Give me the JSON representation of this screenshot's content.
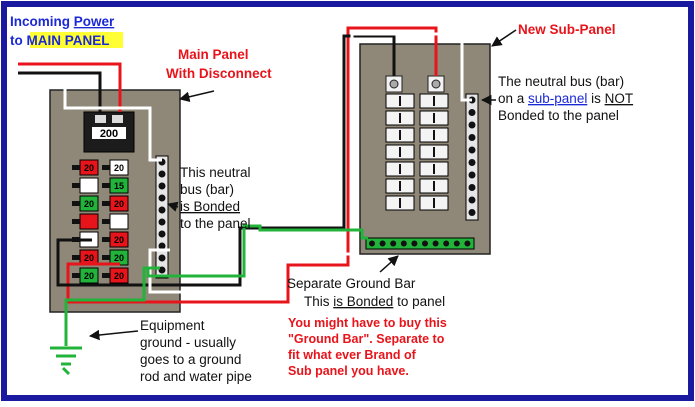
{
  "colors": {
    "frame": "#1a1aa0",
    "panel": "#8f8878",
    "hot": "#e8141b",
    "neutral": "#ffffff",
    "ground": "#22b43a",
    "line": "#111111",
    "label_red": "#e8141b",
    "label_blue": "#1b28d6",
    "highlight": "#ffff33"
  },
  "incoming": {
    "line1_a": "Incoming ",
    "line1_b": "Power",
    "line2_a": "to ",
    "line2_b": "MAIN PANEL"
  },
  "main_panel": {
    "title_line1": "Main Panel",
    "title_line2": "With Disconnect",
    "main_breaker_rating": "200",
    "breaker_ratings_left": [
      "20",
      "",
      "20",
      "",
      "",
      "20",
      "20"
    ],
    "breaker_ratings_right": [
      "20",
      "15",
      "20",
      "",
      "20",
      "20",
      "20"
    ],
    "neutral_note_line1": "This neutral",
    "neutral_note_line2": "bus (bar)",
    "neutral_note_line3": "is Bonded",
    "neutral_note_line4": "to the panel"
  },
  "sub_panel": {
    "title": "New Sub-Panel",
    "neutral_note_line1": "The neutral bus (bar)",
    "neutral_note_line2_a": "on a ",
    "neutral_note_line2_b": "sub-panel",
    "neutral_note_line2_c": " is ",
    "neutral_note_line2_d": "NOT",
    "neutral_note_line3": "Bonded to the panel",
    "ground_bar_line1": "Separate Ground Bar",
    "ground_bar_line2_a": "This ",
    "ground_bar_line2_b": "is Bonded",
    "ground_bar_line2_c": " to panel"
  },
  "ground_note": {
    "line1": "Equipment",
    "line2": "ground - usually",
    "line3": "goes to a ground",
    "line4": "rod and water pipe"
  },
  "advice": {
    "line1": "You might have to buy this",
    "line2": "\"Ground Bar\". Separate to",
    "line3": "fit what ever Brand of",
    "line4": "Sub panel you have."
  }
}
